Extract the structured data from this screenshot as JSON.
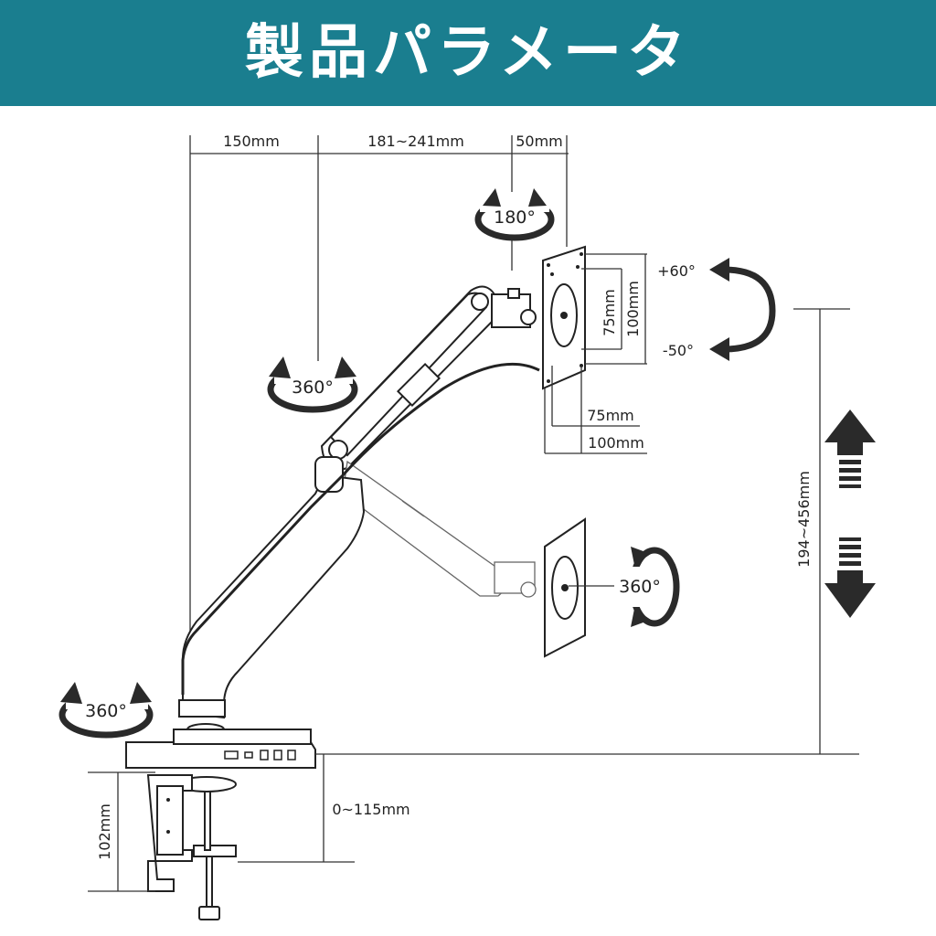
{
  "header": {
    "title": "製品パラメータ",
    "background": "#1a7e8f",
    "text_color": "#ffffff"
  },
  "dimensions": {
    "arm_base_reach": "150mm",
    "arm_extension_reach": "181~241mm",
    "head_offset": "50mm",
    "vesa_small_vertical": "75mm",
    "vesa_large_vertical": "100mm",
    "vesa_small_horizontal": "75mm",
    "vesa_large_horizontal": "100mm",
    "height_range": "194~456mm",
    "clamp_range": "0~115mm",
    "base_height": "102mm"
  },
  "rotations": {
    "head_swivel": "180°",
    "arm_joint": "360°",
    "panel_rotation": "360°",
    "base_rotation": "360°",
    "tilt_up": "+60°",
    "tilt_down": "-50°"
  },
  "icons": {
    "rotation_arrow": "circular-rotation-arrow-icon",
    "tilt_arrow": "curved-tilt-arrow-icon",
    "height_arrows": "up-down-arrow-icon"
  }
}
